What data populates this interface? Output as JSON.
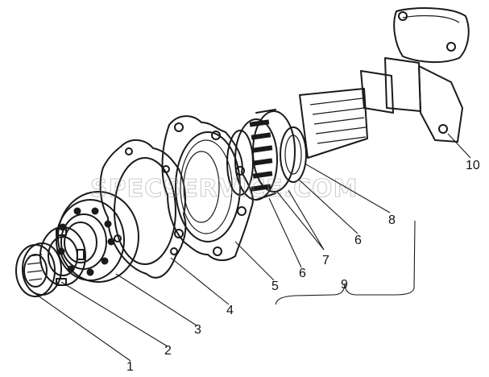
{
  "watermark": "SPECSERVICE.COM",
  "callouts": [
    {
      "id": "c1",
      "text": "1"
    },
    {
      "id": "c2",
      "text": "2"
    },
    {
      "id": "c3",
      "text": "3"
    },
    {
      "id": "c4",
      "text": "4"
    },
    {
      "id": "c5",
      "text": "5"
    },
    {
      "id": "c6a",
      "text": "6"
    },
    {
      "id": "c6b",
      "text": "6"
    },
    {
      "id": "c7",
      "text": "7"
    },
    {
      "id": "c8",
      "text": "8"
    },
    {
      "id": "c9",
      "text": "9"
    },
    {
      "id": "c10",
      "text": "10"
    }
  ],
  "colors": {
    "ink": "#1a1a1a",
    "watermark": "#8f8f8f"
  }
}
